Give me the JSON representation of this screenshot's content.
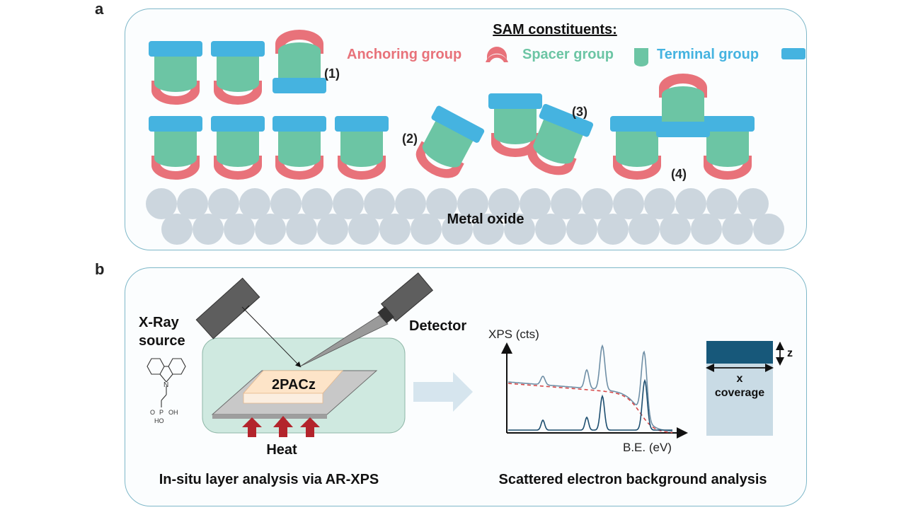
{
  "panel_a": {
    "letter": "a",
    "legend_title": "SAM constituents:",
    "anchoring_label": "Anchoring group",
    "spacer_label": "Spacer group",
    "terminal_label": "Terminal group",
    "label_1": "(1)",
    "label_2": "(2)",
    "label_3": "(3)",
    "label_4": "(4)",
    "substrate_label": "Metal oxide"
  },
  "panel_b": {
    "letter": "b",
    "xray_line1": "X-Ray",
    "xray_line2": "source",
    "detector_label": "Detector",
    "sample_label": "2PACz",
    "heat_label": "Heat",
    "chem_oh1": "OH",
    "chem_p": "P",
    "chem_o": "O",
    "chem_oh2": "HO",
    "chem_n": "N",
    "plot_ylabel": "XPS (cts)",
    "plot_xlabel": "B.E. (eV)",
    "z_label": "z",
    "x_label": "x",
    "coverage_label": "coverage",
    "caption_left": "In-situ layer analysis via AR-XPS",
    "caption_right": "Scattered electron background analysis"
  },
  "colors": {
    "anchor": "#e8727a",
    "spacer": "#6cc5a4",
    "terminal": "#45b3e0",
    "oxide": "#ccd6de",
    "frame": "#7fb8c9",
    "xps_raw": "#6f8fa6",
    "xps_bg": "#d64848",
    "xps_peaks": "#1d4e6f",
    "layer_dark": "#17587a",
    "layer_light": "#c9dbe5"
  }
}
